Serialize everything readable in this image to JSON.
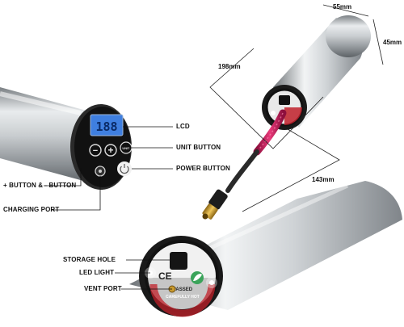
{
  "callouts": {
    "lcd": "LCD",
    "unit_button": "UNIT BUTTON",
    "power_button": "POWER BUTTON",
    "plus_minus": "+ BUTTON & - BUTTON",
    "charging_port": "CHARGING PORT",
    "storage_hole": "STORAGE HOLE",
    "led_light": "LED LIGHT",
    "vent_port": "VENT PORT"
  },
  "dimensions": {
    "diameter_top": "55mm",
    "diameter_side": "45mm",
    "body_length": "198mm",
    "hose_length": "143mm"
  },
  "device": {
    "lcd_reading": "188",
    "unit_key": "UNIT",
    "minus_key": "−",
    "plus_key": "+",
    "end_cap_badge": "PASSED",
    "end_cap_warning": "CAREFULLY HOT",
    "ce_mark": "CE"
  },
  "colors": {
    "steel_dark": "#6f7478",
    "steel_light": "#eef0f1",
    "cap_black": "#1b1b1b",
    "lcd_blue": "#3f7fe0",
    "hose_pink": "#d0185c",
    "brass": "#c99a2e",
    "warning_red": "#c0202a",
    "leaf_green": "#3aa35a"
  }
}
